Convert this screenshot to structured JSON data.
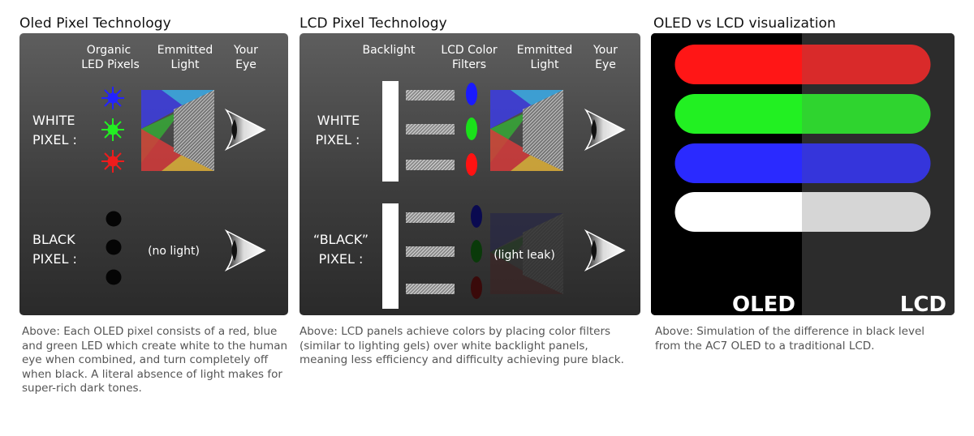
{
  "oled": {
    "title": "Oled Pixel Technology",
    "col_led_1": "Organic",
    "col_led_2": "LED Pixels",
    "col_emit_1": "Emmitted",
    "col_emit_2": "Light",
    "col_eye_1": "Your",
    "col_eye_2": "Eye",
    "white_1": "WHITE",
    "white_2": "PIXEL :",
    "black_1": "BLACK",
    "black_2": "PIXEL :",
    "no_light": "(no light)",
    "caption": "Above: Each OLED pixel consists of a red, blue and green LED which create white to the human eye when combined, and turn completely off when black. A literal absence of light makes for super-rich dark tones."
  },
  "lcd": {
    "title": "LCD Pixel Technology",
    "col_back": "Backlight",
    "col_filter_1": "LCD Color",
    "col_filter_2": "Filters",
    "col_emit_1": "Emmitted",
    "col_emit_2": "Light",
    "col_eye_1": "Your",
    "col_eye_2": "Eye",
    "white_1": "WHITE",
    "white_2": "PIXEL :",
    "black_1": "“BLACK”",
    "black_2": "PIXEL :",
    "light_leak": "(light leak)",
    "caption": "Above: LCD panels achieve colors by placing color filters (similar to lighting gels) over white backlight panels, meaning less efficiency and difficulty achieving pure black."
  },
  "compare": {
    "title": "OLED vs LCD visualization",
    "oled_label": "OLED",
    "lcd_label": "LCD",
    "caption": "Above: Simulation of the difference in black level from the AC7 OLED to a traditional LCD.",
    "colors": {
      "oled_red": "#ff1616",
      "lcd_red": "#d92a2a",
      "oled_green": "#22f022",
      "lcd_green": "#2fd42f",
      "oled_blue": "#2a2aff",
      "lcd_blue": "#3535db",
      "oled_white": "#ffffff",
      "lcd_white": "#d6d6d6",
      "oled_bg": "#000000",
      "lcd_bg": "#2c2c2c"
    }
  }
}
